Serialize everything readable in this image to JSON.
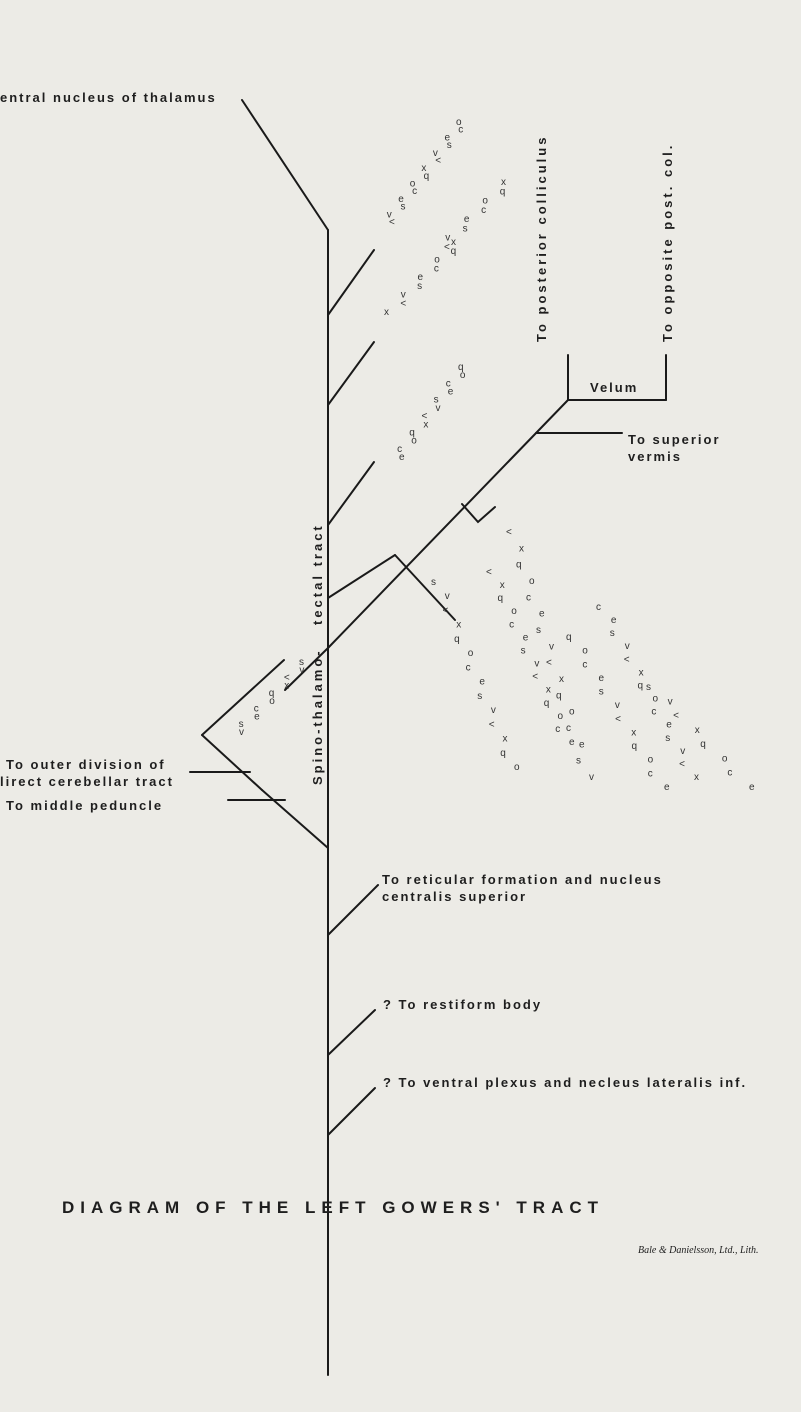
{
  "labels": {
    "thalamus": "entral nucleus of thalamus",
    "posterior_colliculus": "To posterior colliculus",
    "opposite_col": "To opposite post. col.",
    "velum": "Velum",
    "superior_vermis_1": "To superior",
    "superior_vermis_2": "vermis",
    "tectal_tract": "tectal tract",
    "spino_thalamo": "Spino-thalamo-",
    "outer_division_1": "To outer division of",
    "outer_division_2": "lirect cerebellar tract",
    "middle_peduncle": "To middle peduncle",
    "reticular_1": "To reticular formation and nucleus",
    "reticular_2": "centralis superior",
    "restiform": "? To restiform body",
    "ventral_plexus": "? To ventral plexus and necleus lateralis inf."
  },
  "title": "DIAGRAM OF THE LEFT GOWERS' TRACT",
  "credit": "Bale & Danielsson, Ltd., Lith.",
  "colors": {
    "background": "#ecebe6",
    "ink": "#1a1a1a"
  },
  "fiber_symbols": [
    "o",
    "c",
    "e",
    "s",
    "v",
    "<",
    "x",
    "q"
  ]
}
